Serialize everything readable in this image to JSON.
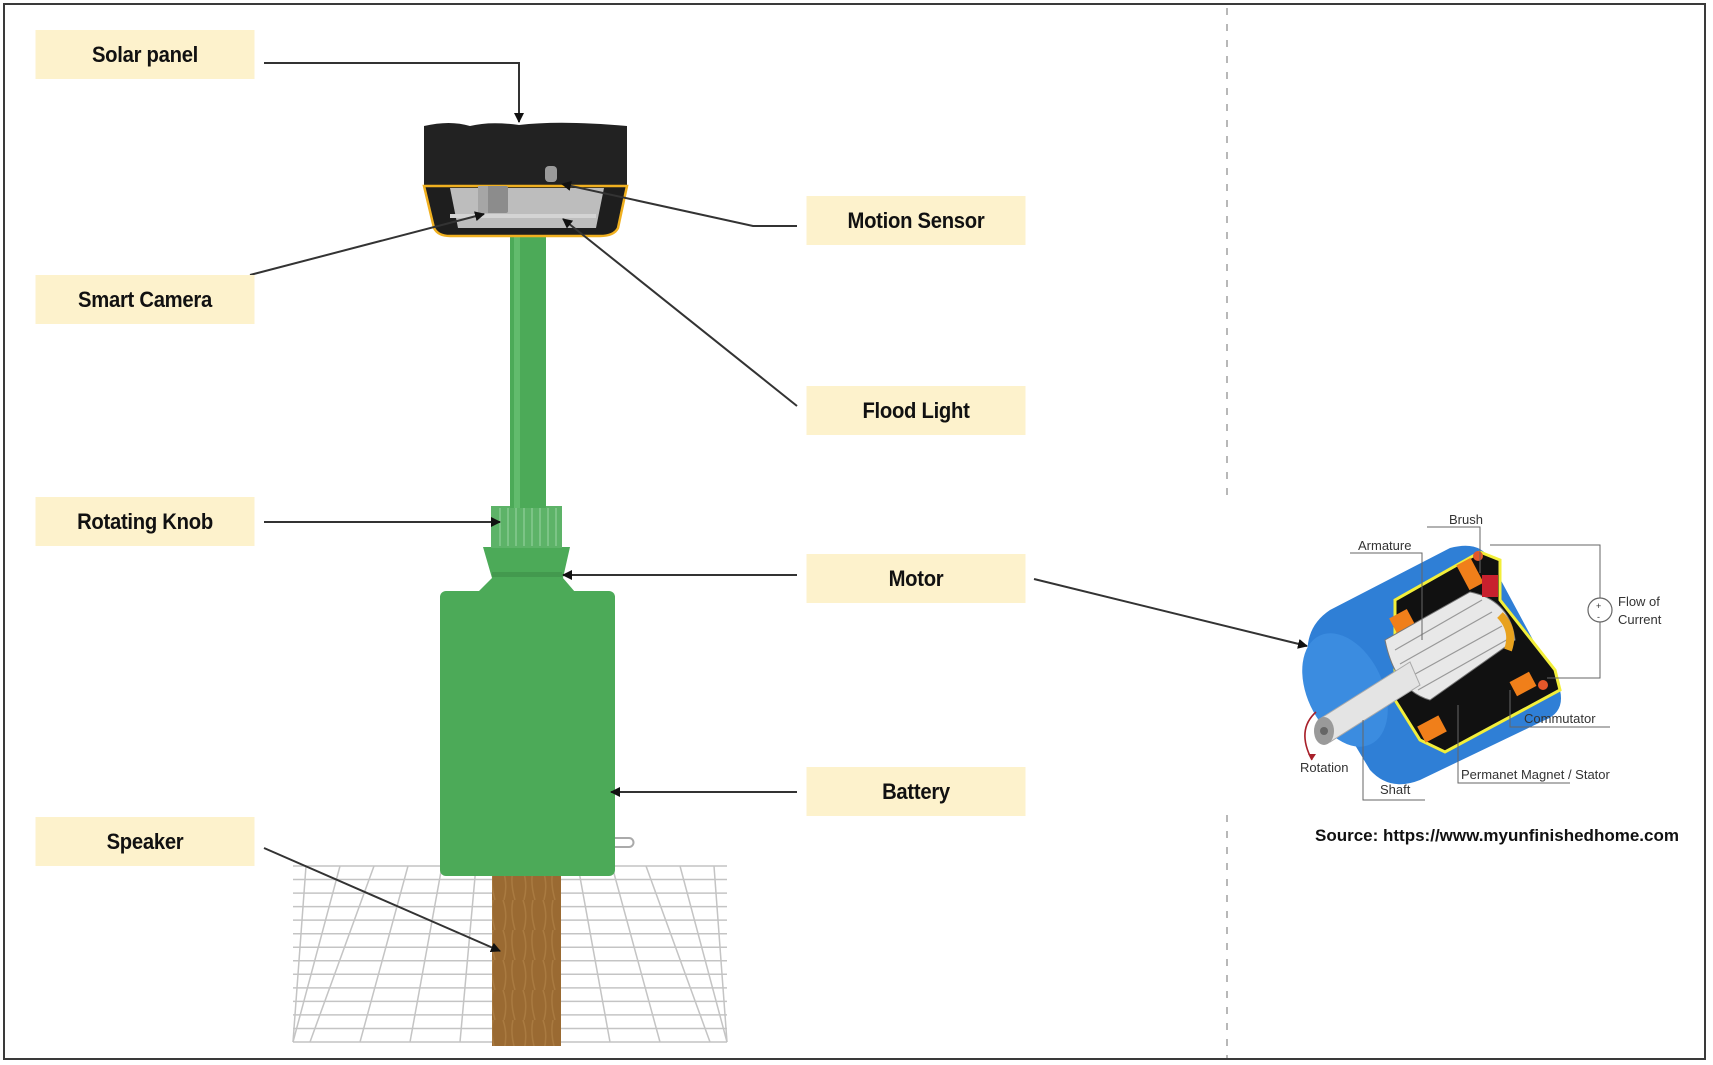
{
  "labels": {
    "solar_panel": "Solar panel",
    "smart_camera": "Smart Camera",
    "motion_sensor": "Motion Sensor",
    "flood_light": "Flood Light",
    "rotating_knob": "Rotating Knob",
    "motor": "Motor",
    "battery": "Battery",
    "speaker": "Speaker"
  },
  "motor_diagram": {
    "brush": "Brush",
    "armature": "Armature",
    "flow_of": "Flow of",
    "current": "Current",
    "commutator": "Commutator",
    "rotation": "Rotation",
    "shaft": "Shaft",
    "stator": "Permanet Magnet / Stator"
  },
  "source": "Source: https://www.myunfinishedhome.com",
  "colors": {
    "label_fill": "#fdf2cc",
    "device_green": "#4caa58",
    "post_brown": "#9a6a32",
    "panel_black": "#222222",
    "panel_trim": "#f0b020",
    "motor_blue": "#2f7fd6"
  }
}
